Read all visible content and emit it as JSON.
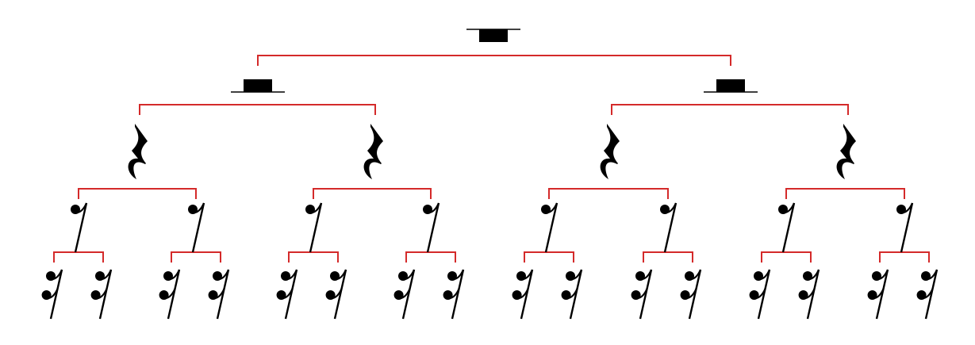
{
  "diagram": {
    "type": "rest-value-subdivision-tree",
    "connector_color": "#d42a2a",
    "symbol_color": "#000000",
    "levels": [
      {
        "rest": "whole-rest",
        "count": 1
      },
      {
        "rest": "half-rest",
        "count": 2
      },
      {
        "rest": "quarter-rest",
        "count": 4
      },
      {
        "rest": "eighth-rest",
        "count": 8
      },
      {
        "rest": "sixteenth-rest",
        "count": 16
      }
    ]
  }
}
